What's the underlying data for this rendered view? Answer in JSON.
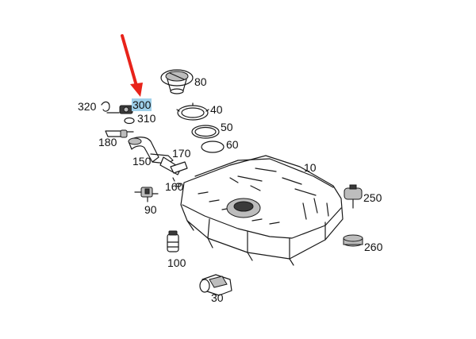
{
  "diagram": {
    "parts": [
      {
        "id": "p300",
        "label": "300",
        "highlighted": true
      },
      {
        "id": "p80",
        "label": "80"
      },
      {
        "id": "p320",
        "label": "320"
      },
      {
        "id": "p310",
        "label": "310"
      },
      {
        "id": "p40",
        "label": "40"
      },
      {
        "id": "p50",
        "label": "50"
      },
      {
        "id": "p180",
        "label": "180"
      },
      {
        "id": "p60",
        "label": "60"
      },
      {
        "id": "p170",
        "label": "170"
      },
      {
        "id": "p150",
        "label": "150"
      },
      {
        "id": "p10",
        "label": "10"
      },
      {
        "id": "p160",
        "label": "160"
      },
      {
        "id": "p250",
        "label": "250"
      },
      {
        "id": "p90",
        "label": "90"
      },
      {
        "id": "p260",
        "label": "260"
      },
      {
        "id": "p100",
        "label": "100"
      },
      {
        "id": "p30",
        "label": "30"
      }
    ],
    "highlight_color": "#9fd0ea",
    "arrow_color": "#e8231a"
  }
}
